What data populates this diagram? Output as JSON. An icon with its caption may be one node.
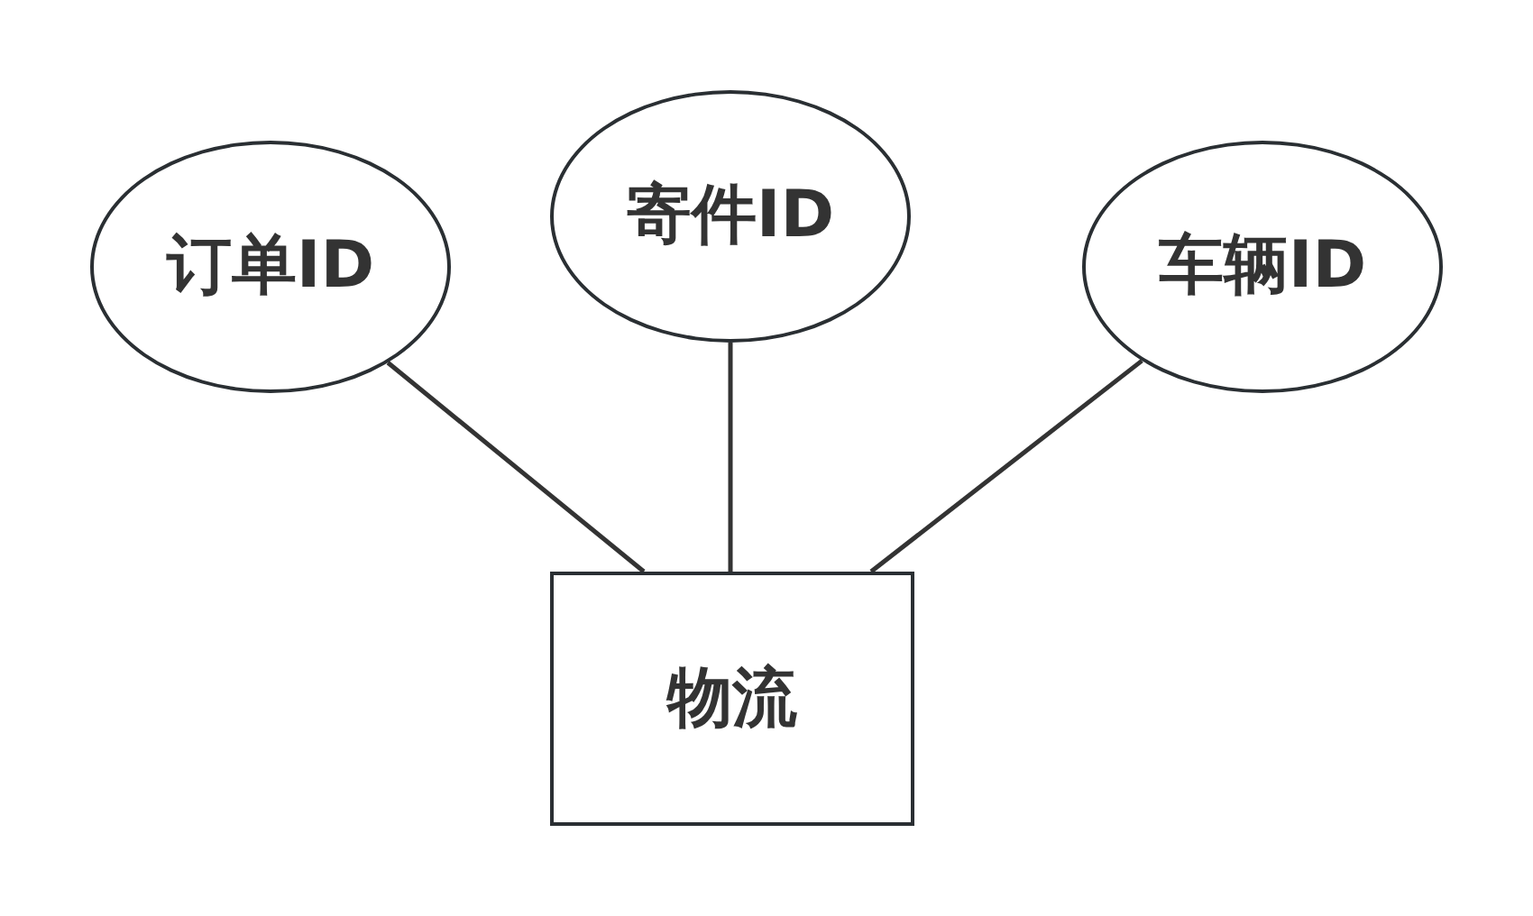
{
  "diagram": {
    "nodes": [
      {
        "text": [
          "订单ID"
        ]
      },
      {
        "text": [
          "寄件ID"
        ]
      },
      {
        "text": [
          "车辆ID"
        ]
      },
      {
        "text": [
          "物流"
        ]
      }
    ],
    "edges": [
      {
        "from": 0,
        "to": 3,
        "arrow": "none"
      },
      {
        "from": 1,
        "to": 3,
        "arrow": "none"
      },
      {
        "from": 2,
        "to": 3,
        "arrow": "none"
      }
    ]
  }
}
